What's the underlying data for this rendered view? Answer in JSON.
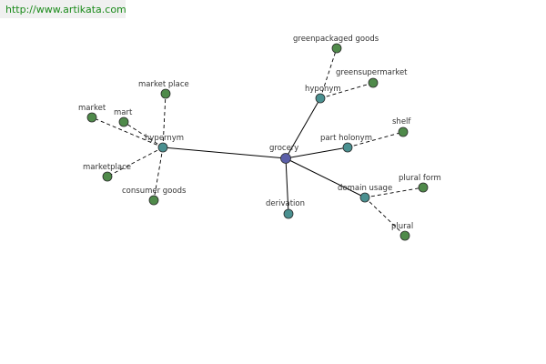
{
  "site_url": "http://www.artikata.com",
  "colors": {
    "center_node": "#5b5fa8",
    "relation_node": "#4a9090",
    "term_node": "#4f8a4a",
    "edge": "#000000",
    "url_text": "#1a8a1a"
  },
  "graph": {
    "center": {
      "id": "grocery",
      "label": "grocery"
    },
    "relations": [
      {
        "id": "hypernym",
        "label": "hypernym"
      },
      {
        "id": "hyponym",
        "label": "hyponym"
      },
      {
        "id": "part-holonym",
        "label": "part holonym"
      },
      {
        "id": "domain-usage",
        "label": "domain usage"
      },
      {
        "id": "derivation",
        "label": "derivation"
      }
    ],
    "terms": [
      {
        "id": "market-place",
        "label": "market place",
        "relation": "hypernym"
      },
      {
        "id": "market",
        "label": "market",
        "relation": "hypernym"
      },
      {
        "id": "mart",
        "label": "mart",
        "relation": "hypernym"
      },
      {
        "id": "marketplace",
        "label": "marketplace",
        "relation": "hypernym"
      },
      {
        "id": "consumer-goods",
        "label": "consumer goods",
        "relation": "hypernym"
      },
      {
        "id": "greenpackaged-goods",
        "label": "greenpackaged goods",
        "relation": "hyponym"
      },
      {
        "id": "greensupermarket",
        "label": "greensupermarket",
        "relation": "hyponym"
      },
      {
        "id": "shelf",
        "label": "shelf",
        "relation": "part-holonym"
      },
      {
        "id": "plural-form",
        "label": "plural form",
        "relation": "domain-usage"
      },
      {
        "id": "plural",
        "label": "plural",
        "relation": "domain-usage"
      }
    ]
  }
}
